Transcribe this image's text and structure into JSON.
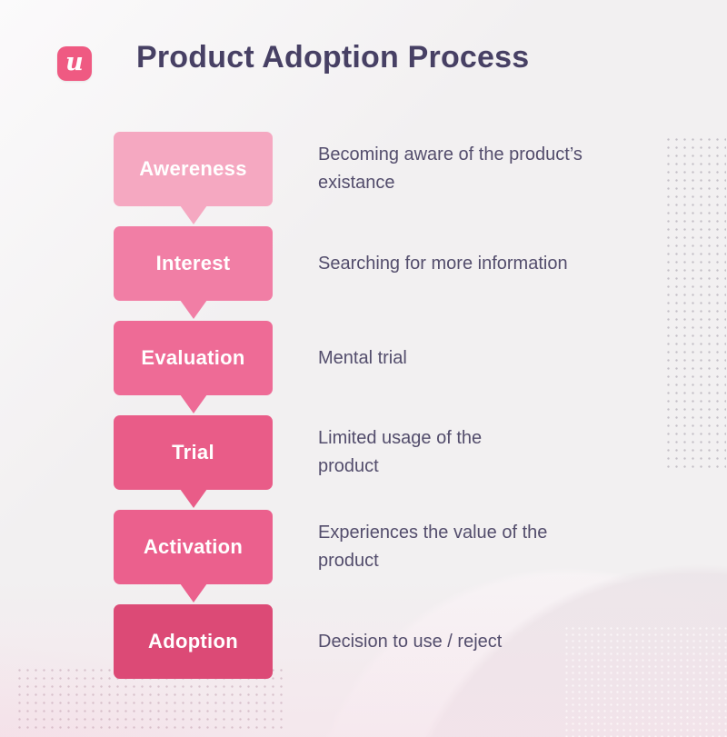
{
  "logo": {
    "letter": "u",
    "color": "#ef5a82"
  },
  "header": {
    "title": "Product Adoption Process",
    "title_color": "#474064"
  },
  "stages": [
    {
      "label": "Awereness",
      "description": "Becoming aware of the product’s\nexistance",
      "color": "#F5A8C1"
    },
    {
      "label": "Interest",
      "description": "Searching for more information",
      "color": "#F17EA5"
    },
    {
      "label": "Evaluation",
      "description": "Mental trial",
      "color": "#EE6B96"
    },
    {
      "label": "Trial",
      "description": "Limited usage of the\nproduct",
      "color": "#E95C88"
    },
    {
      "label": "Activation",
      "description": "Experiences the value of the\nproduct",
      "color": "#EB608D"
    },
    {
      "label": "Adoption",
      "description": "Decision to use / reject",
      "color": "#DC4A76"
    }
  ],
  "text_color": "#534d6c"
}
